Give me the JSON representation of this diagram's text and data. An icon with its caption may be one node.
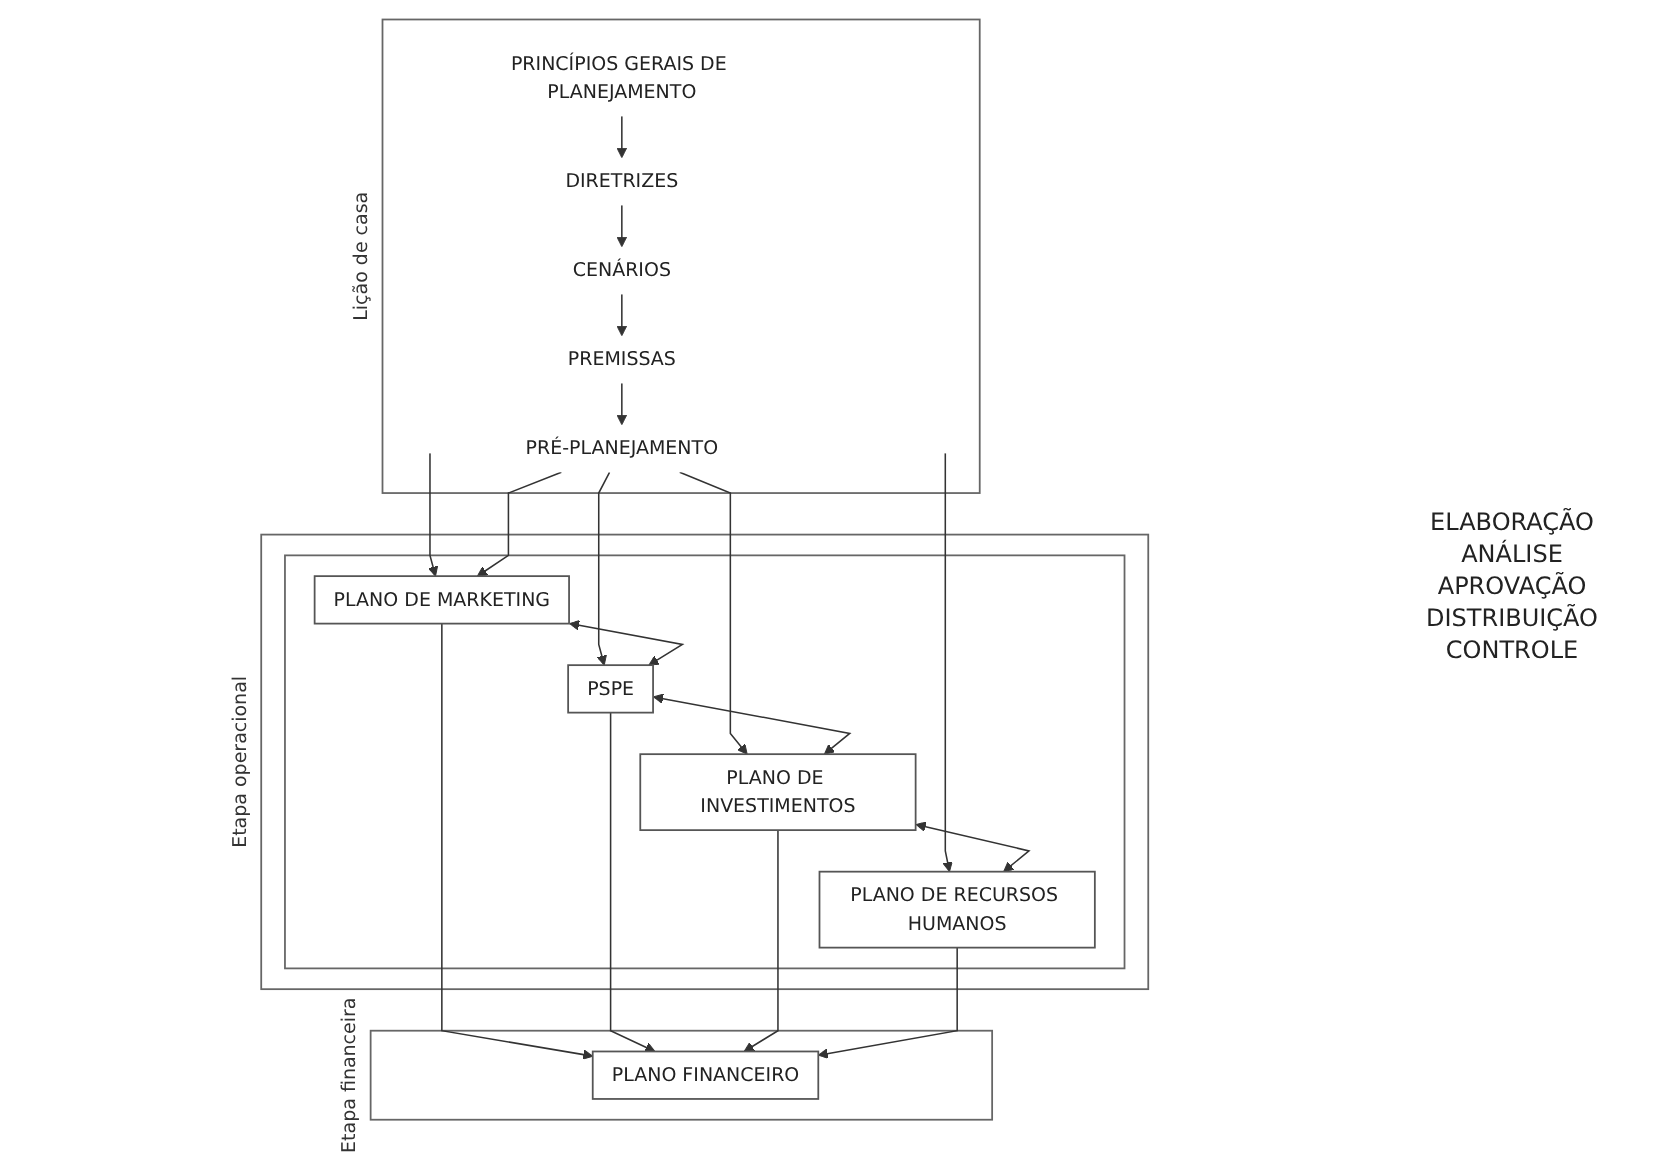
{
  "diagram": {
    "nodes": [
      {
        "text": [
          "Lição de casa"
        ]
      },
      {
        "text": [
          "PRINCÍPIOS GERAIS DE PLANEJAMENTO"
        ],
        "in": 0
      },
      {
        "text": [
          "DIRETRIZES"
        ],
        "in": 0
      },
      {
        "text": [
          "CENÁRIOS"
        ],
        "in": 0
      },
      {
        "text": [
          "PREMISSAS"
        ],
        "in": 0
      },
      {
        "text": [
          "PRÉ-PLANEJAMENTO"
        ],
        "in": 0
      },
      {
        "text": [
          "Etapa operacional"
        ]
      },
      {
        "text": [],
        "shape": "box",
        "in": 6
      },
      {
        "text": [
          "PLANO DE MARKETING"
        ],
        "in": 7
      },
      {
        "text": [
          "PSPE"
        ],
        "in": 7
      },
      {
        "text": [
          "PLANO DE INVESTIMENTOS"
        ],
        "in": 7
      },
      {
        "text": [
          "PLANO DE RECURSOS HUMANOS"
        ],
        "in": 7
      },
      {
        "text": [
          "Etapa financeira"
        ]
      },
      {
        "text": [
          "PLANO FINANCEIRO"
        ],
        "in": 12
      }
    ],
    "edges": [
      {
        "from": 1,
        "to": 2,
        "arrow": "to"
      },
      {
        "from": 2,
        "to": 3,
        "arrow": "to"
      },
      {
        "from": 3,
        "to": 4,
        "arrow": "to"
      },
      {
        "from": 4,
        "to": 5,
        "arrow": "to"
      },
      {
        "from": null,
        "to": 8,
        "arrow": "to"
      },
      {
        "from": null,
        "to": 11,
        "arrow": "to"
      },
      {
        "from": 5,
        "to": 8,
        "arrow": "to"
      },
      {
        "from": 5,
        "to": 9,
        "arrow": "to"
      },
      {
        "from": 5,
        "to": 10,
        "arrow": "to"
      },
      {
        "from": 8,
        "to": 9,
        "arrow": "both"
      },
      {
        "from": 9,
        "to": 10,
        "arrow": "both"
      },
      {
        "from": 10,
        "to": 11,
        "arrow": "both"
      },
      {
        "from": 8,
        "to": 13,
        "arrow": "to"
      },
      {
        "from": 9,
        "to": 13,
        "arrow": "to"
      },
      {
        "from": 10,
        "to": 13,
        "arrow": "to"
      },
      {
        "from": 11,
        "to": 13,
        "arrow": "to"
      }
    ],
    "labels": [
      "ELABORAÇÃO",
      "ANÁLISE",
      "APROVAÇÃO",
      "DISTRIBUIÇÃO",
      "CONTROLE"
    ]
  }
}
